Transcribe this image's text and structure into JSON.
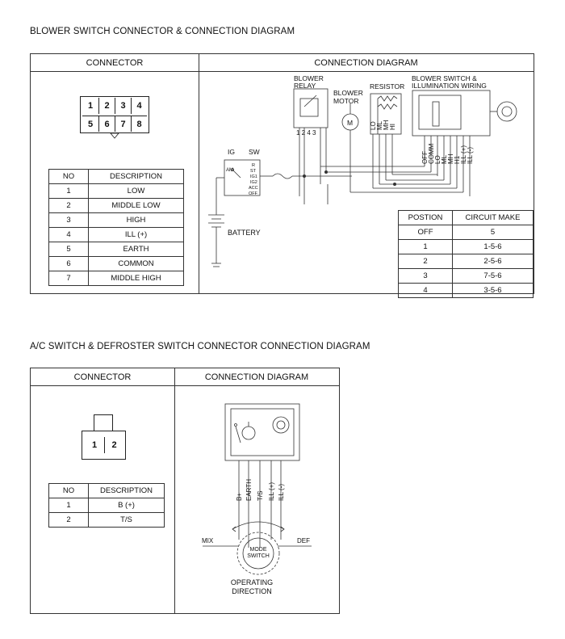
{
  "section1": {
    "title": "BLOWER SWITCH CONNECTOR & CONNECTION DIAGRAM",
    "connector_header": "CONNECTOR",
    "diagram_header": "CONNECTION DIAGRAM",
    "pins_top": [
      "1",
      "2",
      "3",
      "4"
    ],
    "pins_bottom": [
      "5",
      "6",
      "7",
      "8"
    ],
    "table": {
      "headers": [
        "NO",
        "DESCRIPTION"
      ],
      "rows": [
        [
          "1",
          "LOW"
        ],
        [
          "2",
          "MIDDLE LOW"
        ],
        [
          "3",
          "HIGH"
        ],
        [
          "4",
          "ILL (+)"
        ],
        [
          "5",
          "EARTH"
        ],
        [
          "6",
          "COMMON"
        ],
        [
          "7",
          "MIDDLE HIGH"
        ]
      ]
    },
    "labels": {
      "blower_relay_1": "BLOWER",
      "blower_relay_2": "RELAY",
      "relay_pins": "1 2   4 3",
      "resistor": "RESISTOR",
      "blower_motor_1": "BLOWER",
      "blower_motor_2": "MOTOR",
      "motor_m": "M",
      "switch_1": "BLOWER SWITCH &",
      "switch_2": "ILLUMINATION WIRING",
      "ig": "IG",
      "sw": "SW",
      "am": "AM",
      "sw_r": "R",
      "sw_st": "ST",
      "sw_ig1": "IG1",
      "sw_ig2": "IG2",
      "sw_acc": "ACC",
      "sw_off": "OFF",
      "battery": "BATTERY",
      "res_wires": [
        "LO",
        "ML",
        "MH",
        "HI"
      ],
      "sw_wires": [
        "OFF",
        "COMM",
        "LO",
        "ML",
        "MH",
        "H1",
        "ILL (+)",
        "ILL (-)"
      ]
    },
    "position_table": {
      "headers": [
        "POSTION",
        "CIRCUIT MAKE"
      ],
      "rows": [
        [
          "OFF",
          "5"
        ],
        [
          "1",
          "1-5-6"
        ],
        [
          "2",
          "2-5-6"
        ],
        [
          "3",
          "7-5-6"
        ],
        [
          "4",
          "3-5-6"
        ]
      ]
    }
  },
  "section2": {
    "title": "A/C SWITCH & DEFROSTER SWITCH CONNECTOR CONNECTION DIAGRAM",
    "connector_header": "CONNECTOR",
    "diagram_header": "CONNECTION DIAGRAM",
    "pins": [
      "1",
      "2"
    ],
    "table": {
      "headers": [
        "NO",
        "DESCRIPTION"
      ],
      "rows": [
        [
          "1",
          "B (+)"
        ],
        [
          "2",
          "T/S"
        ]
      ]
    },
    "labels": {
      "wires": [
        "B+",
        "EARTH",
        "T/S",
        "ILL (+)",
        "ILL (-)"
      ],
      "mix": "MIX",
      "def": "DEF",
      "mode_1": "MODE",
      "mode_2": "SWITCH",
      "op_1": "OPERATING",
      "op_2": "DIRECTION"
    }
  }
}
